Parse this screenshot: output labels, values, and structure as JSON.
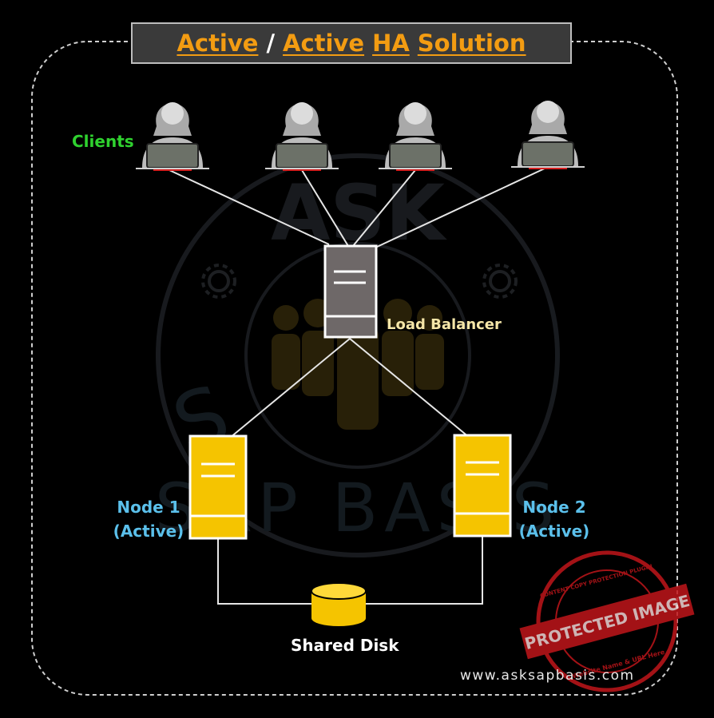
{
  "title": {
    "word1": "Active",
    "separator": "/",
    "word2": "Active",
    "word3": "HA",
    "word4": "Solution"
  },
  "labels": {
    "clients": "Clients",
    "load_balancer": "Load Balancer",
    "node1_line1": "Node 1",
    "node1_line2": "(Active)",
    "node2_line1": "Node 2",
    "node2_line2": "(Active)",
    "shared_disk": "Shared Disk"
  },
  "watermark": {
    "top": "ASK",
    "left": "S",
    "bottom": "SAP BASIS"
  },
  "footer": {
    "url": "www.asksapbasis.com"
  },
  "stamp": {
    "main": "PROTECTED IMAGE",
    "ring_top": "CONTENT COPY PROTECTION PLUGIN",
    "ring_bottom": "Website Name & URL Here"
  },
  "colors": {
    "title_accent": "#f39c12",
    "clients_label": "#2fd12f",
    "node_label": "#5bc0eb",
    "node_fill": "#f5c400",
    "load_balancer_fill": "#6e6868",
    "stamp": "#c0161b"
  },
  "icons": [
    "user-icon",
    "laptop-icon",
    "server-icon",
    "database-icon",
    "gear-icon"
  ]
}
